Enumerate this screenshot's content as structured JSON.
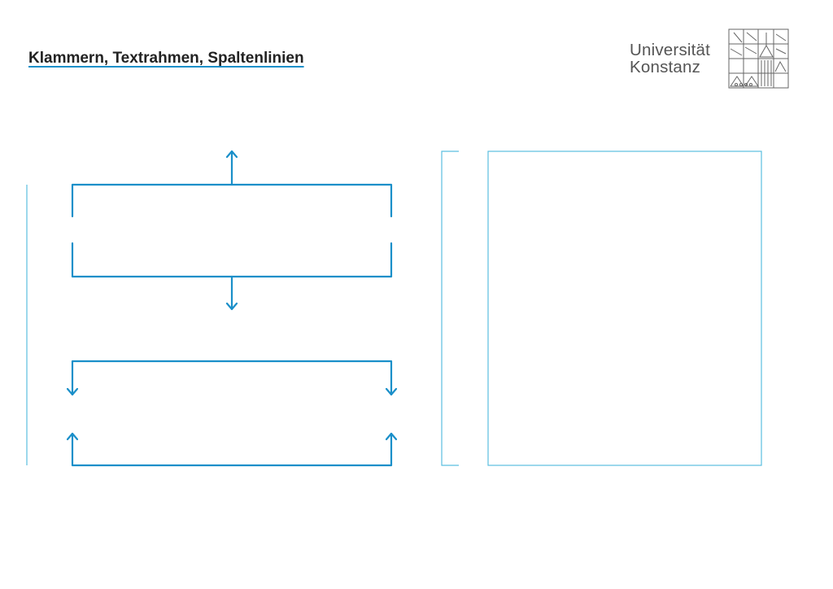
{
  "title": "Klammern, Textrahmen, Spaltenlinien",
  "logo": {
    "line1": "Universität",
    "line2": "Konstanz"
  },
  "colors": {
    "accent": "#1a8fc9",
    "accent_light": "#5bbfe0",
    "title_text": "#222222",
    "logo_text": "#555555",
    "logo_mark": "#666666"
  },
  "icons": {
    "bracket_top_arrow": "arrow-up-icon",
    "bracket_bottom_arrow": "arrow-down-icon",
    "bracket_corner_down": "arrow-down-icon",
    "bracket_corner_up": "arrow-up-icon",
    "logo_mark": "university-konstanz-grid-logo"
  }
}
